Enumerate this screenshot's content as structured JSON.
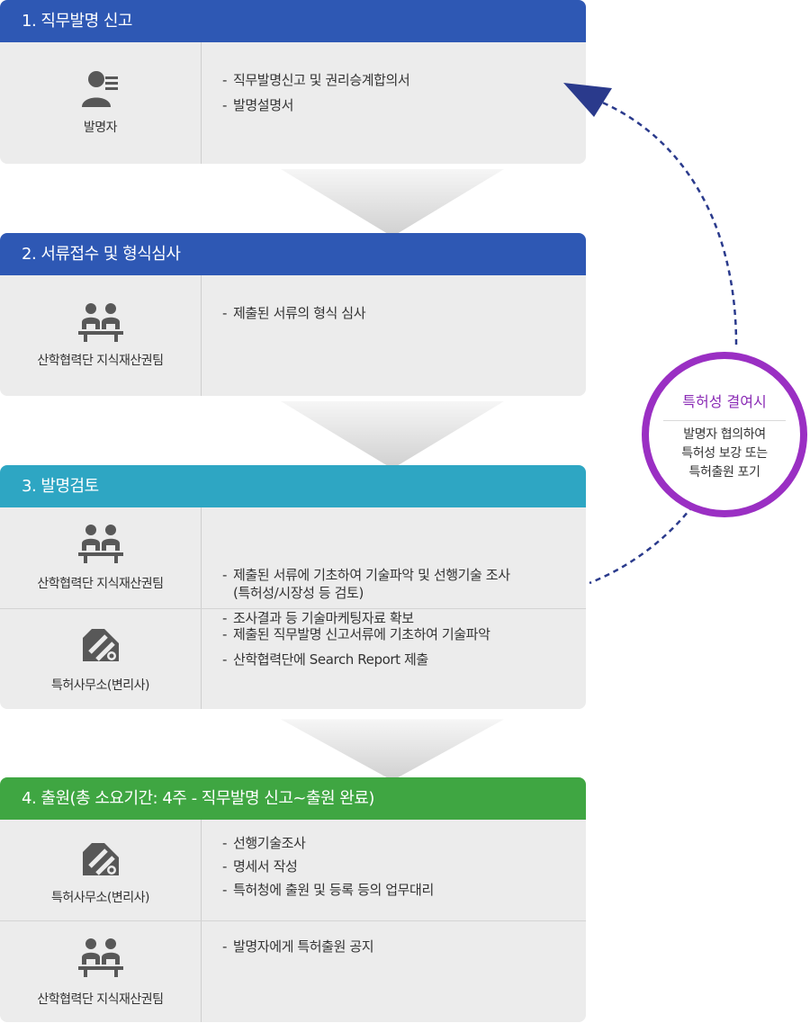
{
  "colors": {
    "stage1": "#2e58b4",
    "stage2": "#2e58b4",
    "stage3": "#2ea6c3",
    "stage4": "#3fa642",
    "circle_ring": "#9a2fc3",
    "dashed_line": "#2a3a8c"
  },
  "stages": [
    {
      "title": "1. 직무발명 신고",
      "rows": [
        {
          "actor": "발명자",
          "icon": "person-icon",
          "tasks": [
            {
              "text": "직무발명신고 및 권리승계합의서"
            },
            {
              "text": "발명설명서"
            }
          ]
        }
      ]
    },
    {
      "title": "2. 서류접수 및 형식심사",
      "rows": [
        {
          "actor": "산학협력단 지식재산권팀",
          "icon": "team-icon",
          "tasks": [
            {
              "text": "제출된 서류의 형식 심사"
            }
          ]
        }
      ]
    },
    {
      "title": "3. 발명검토",
      "rows": [
        {
          "actor": "산학협력단 지식재산권팀",
          "icon": "team-icon",
          "tasks": [
            {
              "text": "제출된 서류에 기초하여 기술파악 및 선행기술 조사",
              "line2": "(특허성/시장성 등 검토)"
            },
            {
              "text": "조사결과 등 기술마케팅자료 확보"
            }
          ]
        },
        {
          "actor": "특허사무소(변리사)",
          "icon": "patent-office-icon",
          "tasks": [
            {
              "text": "제출된 직무발명 신고서류에 기초하여 기술파악"
            },
            {
              "text": "산학협력단에 Search Report 제출"
            }
          ]
        }
      ]
    },
    {
      "title": "4. 출원(총 소요기간: 4주 - 직무발명 신고~출원 완료)",
      "rows": [
        {
          "actor": "특허사무소(변리사)",
          "icon": "patent-office-icon",
          "tasks": [
            {
              "text": "선행기술조사"
            },
            {
              "text": "명세서 작성"
            },
            {
              "text": "특허청에 출원 및 등록 등의 업무대리"
            }
          ]
        },
        {
          "actor": "산학협력단 지식재산권팀",
          "icon": "team-icon",
          "tasks": [
            {
              "text": "발명자에게 특허출원 공지"
            }
          ]
        }
      ]
    }
  ],
  "task_prefix": "-",
  "circle": {
    "title": "특허성 결여시",
    "lines": [
      "발명자 협의하여",
      "특허성 보강 또는",
      "특허출원 포기"
    ]
  }
}
